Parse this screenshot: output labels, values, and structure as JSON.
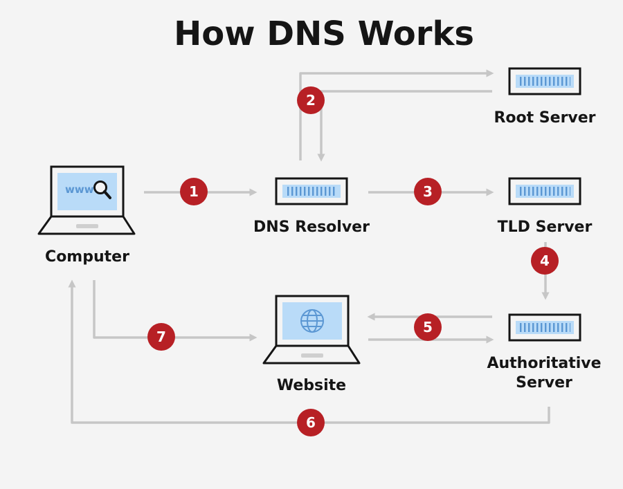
{
  "title": "How DNS Works",
  "nodes": {
    "computer": {
      "label": "Computer",
      "screen_text": "www"
    },
    "dns_resolver": {
      "label": "DNS Resolver"
    },
    "root_server": {
      "label": "Root Server"
    },
    "tld_server": {
      "label": "TLD Server"
    },
    "authoritative_server": {
      "label_line1": "Authoritative",
      "label_line2": "Server"
    },
    "website": {
      "label": "Website"
    }
  },
  "steps": [
    "1",
    "2",
    "3",
    "4",
    "5",
    "6",
    "7"
  ],
  "colors": {
    "background": "#f4f4f4",
    "outline": "#151515",
    "screen": "#b9dbf8",
    "rack_lines": "#5b97d3",
    "arrow": "#c6c6c6",
    "step_badge": "#b72025"
  }
}
